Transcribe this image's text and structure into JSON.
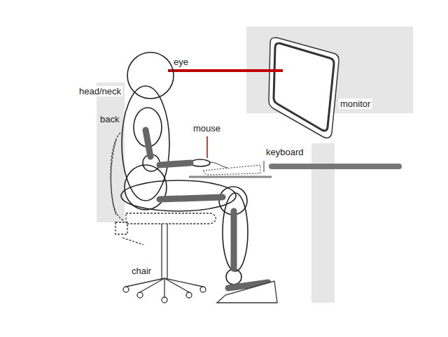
{
  "diagram": {
    "labels": [
      "eye",
      "head/neck",
      "back",
      "mouse",
      "keyboard",
      "monitor",
      "chair"
    ]
  }
}
